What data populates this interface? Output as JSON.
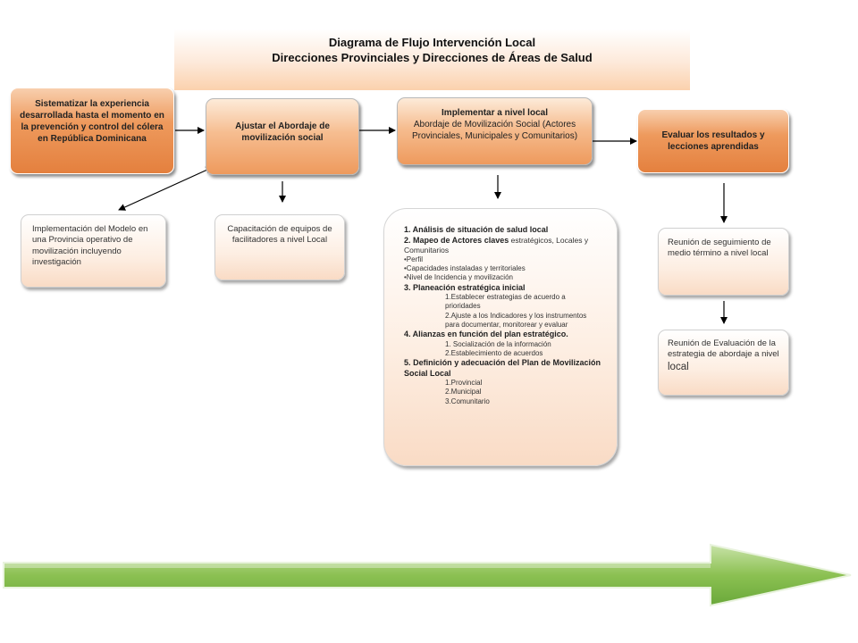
{
  "title": {
    "line1": "Diagrama de Flujo Intervención Local",
    "line2": "Direcciones Provinciales y Direcciones de Áreas de Salud"
  },
  "steps": [
    {
      "text": "Sistematizar la experiencia desarrollada hasta el momento en la prevención  y control del cólera  en República Dominicana"
    },
    {
      "text": "Ajustar el Abordaje de movilización social"
    },
    {
      "title": "Implementar a nivel local",
      "text": "Abordaje de Movilización Social (Actores Provinciales, Municipales y Comunitarios)"
    },
    {
      "text": "Evaluar los resultados y lecciones aprendidas"
    }
  ],
  "sub_boxes": {
    "implementacion": "Implementación del Modelo en una Provincia operativo de movilización incluyendo investigación",
    "capacitacion": "Capacitación  de equipos de facilitadores a nivel Local",
    "reunion_seguimiento": "Reunión de seguimiento de medio término a nivel local",
    "reunion_evaluacion": "Reunión de Evaluación de la estrategia de abordaje a nivel",
    "reunion_evaluacion_tail": "local"
  },
  "plan": {
    "item1": "1. Análisis de situación de salud local",
    "item2_bold": "2. Mapeo de Actores claves",
    "item2_rest": "estratégicos, Locales y Comunitarios",
    "bullet1": "•Perfil",
    "bullet2": "•Capacidades instaladas y    territoriales",
    "bullet3": "•Nivel de Incidencia y movilización",
    "item3": "3. Planeación estratégica inicial",
    "item3_1": "1.Establecer estrategias de acuerdo a prioridades",
    "item3_2": "2.Ajuste a los Indicadores y los instrumentos para documentar, monitorear y evaluar",
    "item4": "4. Alianzas en función del plan estratégico.",
    "item4_1": "1. Socialización de la información",
    "item4_2": "2.Establecimiento de acuerdos",
    "item5": "5.  Definición  y  adecuación  del  Plan  de Movilización Social Local",
    "item5_1": "1.Provincial",
    "item5_2": "2.Municipal",
    "item5_3": "3.Comunitario"
  },
  "colors": {
    "step_fill": "#ee9a5d",
    "sub_fill": "#fdeee2",
    "big_arrow": "#8cc152",
    "title_fill": "#fbd1ad"
  }
}
